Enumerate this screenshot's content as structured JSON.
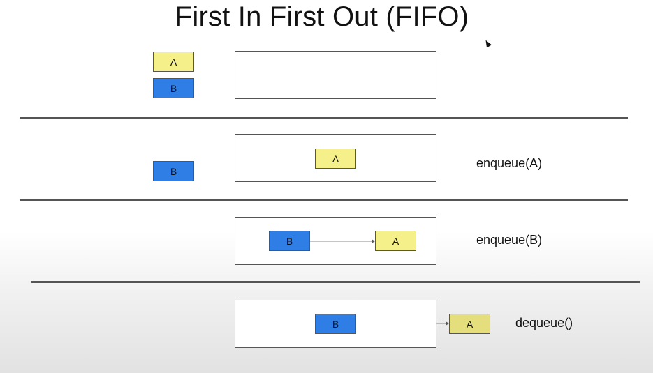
{
  "title": "First In First Out (FIFO)",
  "colors": {
    "yellow": "#f6f08a",
    "blue": "#2f7ee6",
    "divider": "#555555"
  },
  "rows": [
    {
      "operation": "",
      "outside": [
        "A",
        "B"
      ],
      "queue": [],
      "dequeued": ""
    },
    {
      "operation": "enqueue(A)",
      "outside": [
        "B"
      ],
      "queue": [
        "A"
      ],
      "dequeued": ""
    },
    {
      "operation": "enqueue(B)",
      "outside": [],
      "queue": [
        "B",
        "A"
      ],
      "dequeued": ""
    },
    {
      "operation": "dequeue()",
      "outside": [],
      "queue": [
        "B"
      ],
      "dequeued": "A"
    }
  ]
}
